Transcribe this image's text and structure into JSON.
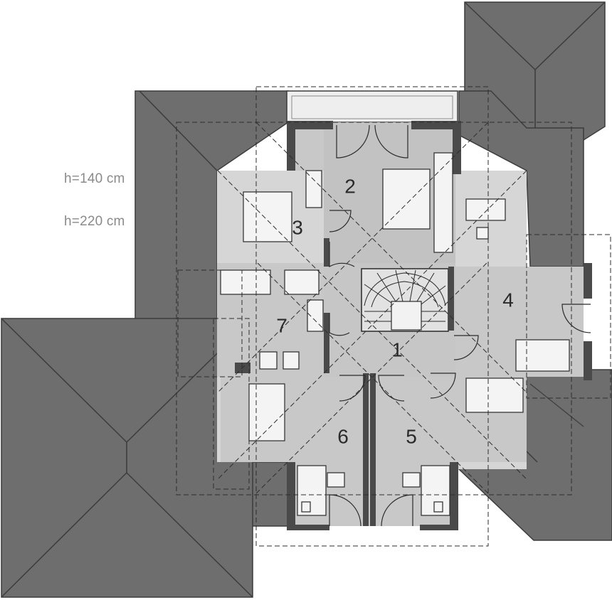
{
  "legend": {
    "low_height": "h=140 cm",
    "mid_height": "h=220 cm"
  },
  "rooms": [
    {
      "id": "hall",
      "label": "1"
    },
    {
      "id": "bedroom-2",
      "label": "2"
    },
    {
      "id": "bathroom-3",
      "label": "3"
    },
    {
      "id": "bedroom-4",
      "label": "4"
    },
    {
      "id": "bedroom-5",
      "label": "5"
    },
    {
      "id": "bedroom-6",
      "label": "6"
    },
    {
      "id": "bathroom-7",
      "label": "7"
    }
  ],
  "colors": {
    "roof": "#6e6e6e",
    "roof_edge": "#3c3c3c",
    "low_zone": "#d6d6d6",
    "room_floor": "#c8c8c8",
    "light_floor": "#e4e4e4",
    "wall": "#4a4a4a",
    "dash": "#2e2e2e"
  }
}
